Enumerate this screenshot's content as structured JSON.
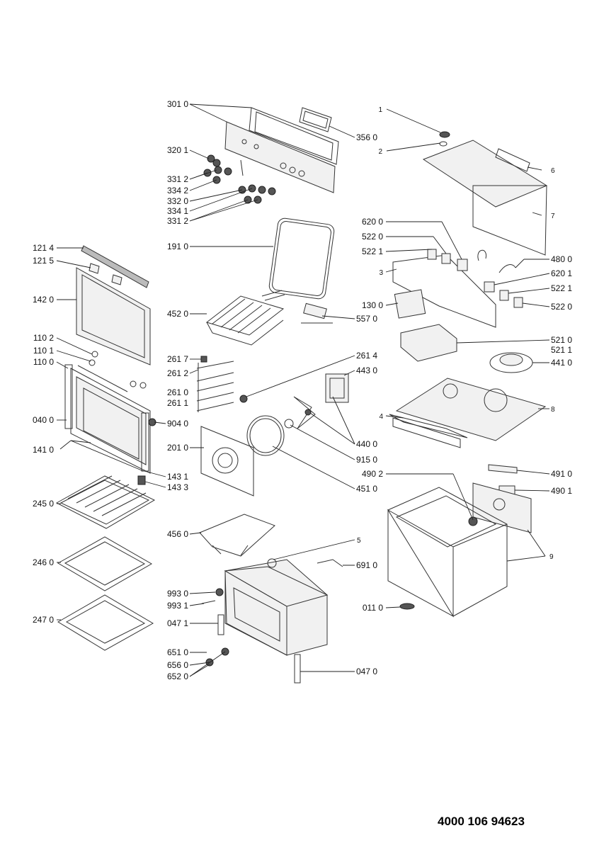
{
  "document_number": "4000 106 94623",
  "labels": [
    "301 0",
    "356 0",
    "320 1",
    "331 2",
    "334 2",
    "332 0",
    "334 1",
    "331 2",
    "191 0",
    "121 4",
    "121 5",
    "142 0",
    "452 0",
    "557 0",
    "110 2",
    "110 1",
    "110 0",
    "261 7",
    "261 2",
    "261 0",
    "261 1",
    "261 4",
    "443 0",
    "040 0",
    "904 0",
    "141 0",
    "201 0",
    "440 0",
    "915 0",
    "143 1",
    "143 3",
    "451 0",
    "245 0",
    "456 0",
    "246 0",
    "993 0",
    "993 1",
    "247 0",
    "047 1",
    "651 0",
    "656 0",
    "652 0",
    "047 0",
    "1",
    "2",
    "6",
    "7",
    "620 0",
    "522 0",
    "522 1",
    "480 0",
    "3",
    "620 1",
    "522 1",
    "130 0",
    "522 0",
    "521 0",
    "521 1",
    "441 0",
    "4",
    "8",
    "491 0",
    "490 2",
    "490 1",
    "9",
    "5",
    "691 0",
    "011 0"
  ]
}
